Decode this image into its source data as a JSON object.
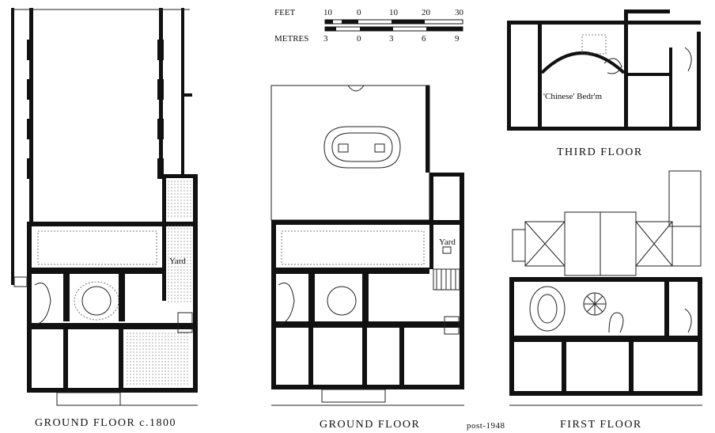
{
  "scale_bar": {
    "feet_label": "FEET",
    "metres_label": "METRES",
    "feet_ticks": [
      "10",
      "0",
      "10",
      "20",
      "30"
    ],
    "metre_ticks": [
      "3",
      "0",
      "3",
      "6",
      "9"
    ]
  },
  "plans": [
    {
      "caption": "GROUND FLOOR c.1800",
      "room_labels": [
        "Yard"
      ]
    },
    {
      "caption": "GROUND FLOOR",
      "room_labels": [
        "Yard"
      ],
      "note": "post-1948"
    },
    {
      "caption": "THIRD FLOOR",
      "room_labels": [
        "'Chinese' Bedr'm"
      ]
    },
    {
      "caption": "FIRST FLOOR",
      "room_labels": []
    }
  ]
}
